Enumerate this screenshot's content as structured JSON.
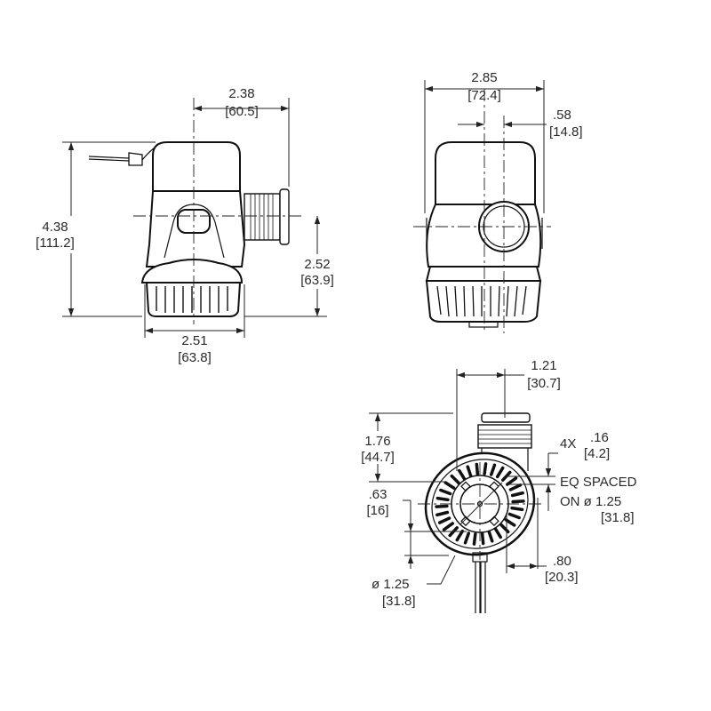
{
  "side_view": {
    "width_to_outlet": {
      "in": "2.38",
      "mm": "[60.5]"
    },
    "height": {
      "in": "4.38",
      "mm": "[111.2]"
    },
    "outlet_height": {
      "in": "2.52",
      "mm": "[63.9]"
    },
    "base_width": {
      "in": "2.51",
      "mm": "[63.8]"
    }
  },
  "front_view": {
    "width": {
      "in": "2.85",
      "mm": "[72.4]"
    },
    "outlet_offset": {
      "in": ".58",
      "mm": "[14.8]"
    }
  },
  "bottom_view": {
    "outlet_offset_x": {
      "in": "1.21",
      "mm": "[30.7]"
    },
    "outlet_offset_y": {
      "in": "1.76",
      "mm": "[44.7]"
    },
    "holes": {
      "qty": "4X",
      "in": ".16",
      "mm": "[4.2]",
      "note1": "EQ SPACED",
      "note2": "ON ø 1.25",
      "mm2": "[31.8]"
    },
    "offset_63": {
      "in": ".63",
      "mm": "[16]"
    },
    "offset_80": {
      "in": ".80",
      "mm": "[20.3]"
    },
    "diameter": {
      "in": "ø 1.25",
      "mm": "[31.8]"
    }
  }
}
